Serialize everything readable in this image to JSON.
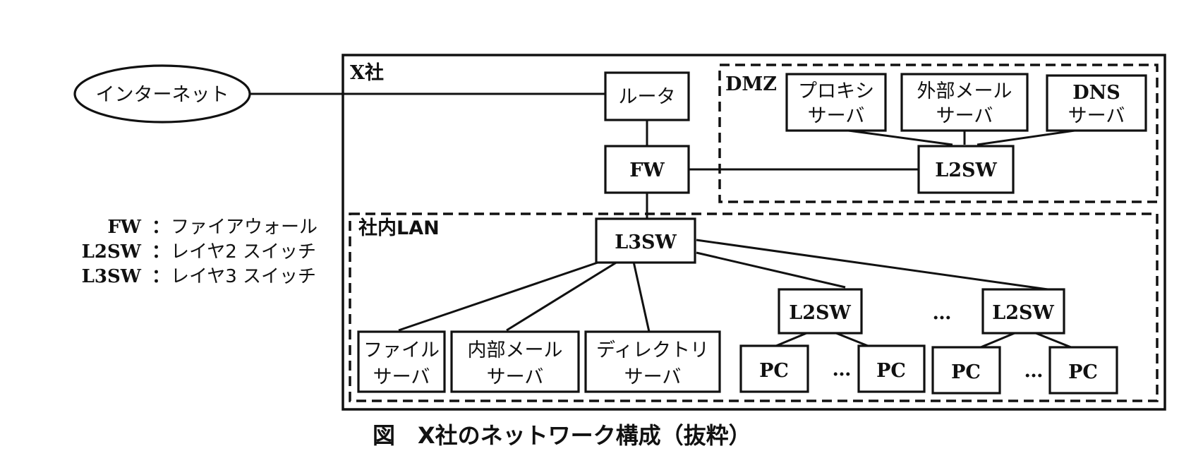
{
  "internet": "インターネット",
  "company": "X社",
  "zones": {
    "dmz": "DMZ",
    "lan": "社内LAN"
  },
  "nodes": {
    "router": "ルータ",
    "fw": "FW",
    "dmz_l2sw": "L2SW",
    "proxy": [
      "プロキシ",
      "サーバ"
    ],
    "ext_mail": [
      "外部メール",
      "サーバ"
    ],
    "dns": [
      "DNS",
      "サーバ"
    ],
    "l3sw": "L3SW",
    "file": [
      "ファイル",
      "サーバ"
    ],
    "int_mail": [
      "内部メール",
      "サーバ"
    ],
    "directory": [
      "ディレクトリ",
      "サーバ"
    ],
    "lan_l2sw_1": "L2SW",
    "lan_l2sw_2": "L2SW",
    "pc": "PC",
    "ellipsis": "…"
  },
  "legend": [
    {
      "abbr": "FW",
      "sep": "：",
      "desc": "ファイアウォール"
    },
    {
      "abbr": "L2SW",
      "sep": "：",
      "desc": "レイヤ2 スイッチ"
    },
    {
      "abbr": "L3SW",
      "sep": "：",
      "desc": "レイヤ3 スイッチ"
    }
  ],
  "caption": "図　X社のネットワーク構成（抜粋）"
}
